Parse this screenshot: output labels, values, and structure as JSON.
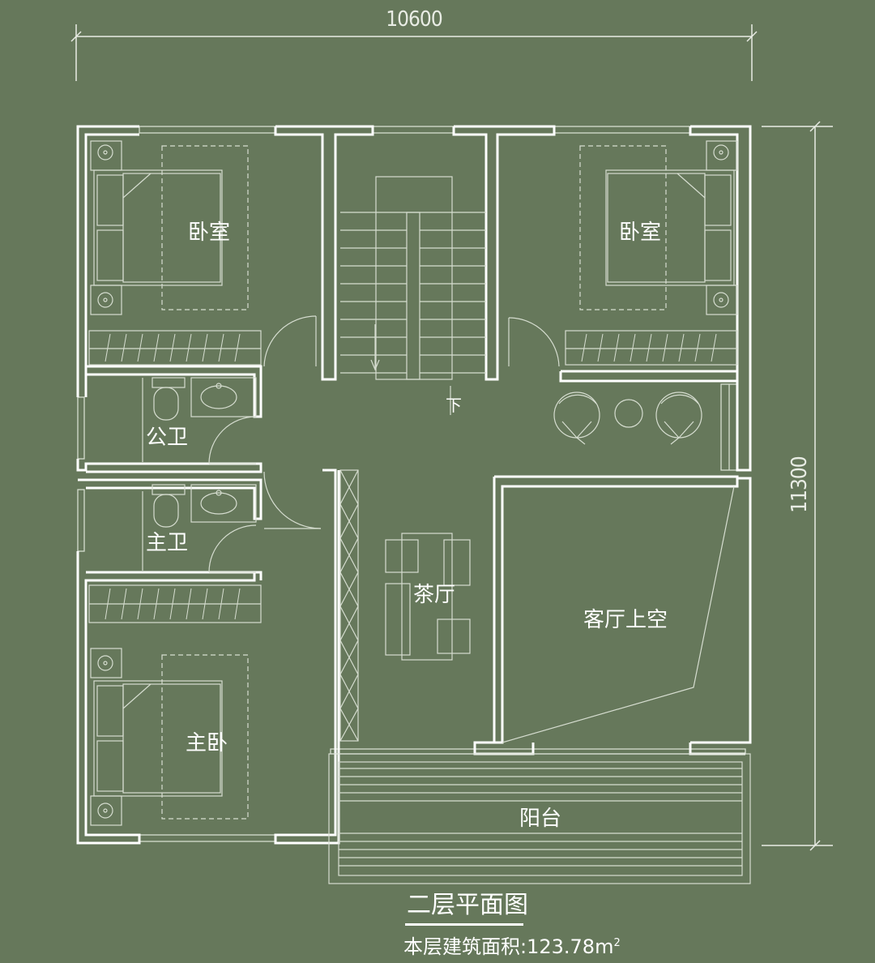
{
  "plan": {
    "title": "二层平面图",
    "area_prefix": "本层建筑面积:",
    "area_value": "123.78",
    "area_unit": "m",
    "area_sup": "2",
    "dimensions": {
      "width": "10600",
      "height": "11300"
    },
    "stair_direction": "下",
    "rooms": {
      "bedroom_nw": "卧室",
      "bedroom_ne": "卧室",
      "public_bath": "公卫",
      "master_bath": "主卫",
      "master_bedroom": "主卧",
      "tea_room": "茶厅",
      "living_void": "客厅上空",
      "balcony": "阳台"
    },
    "colors": {
      "background": "#66785b",
      "wall": "#ffffff",
      "fixture": "#d6ddd0"
    }
  }
}
